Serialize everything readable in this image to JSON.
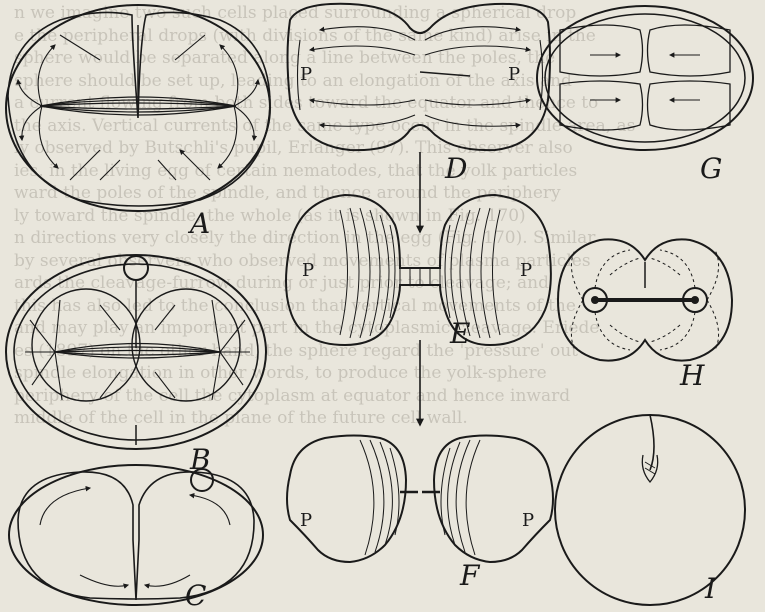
{
  "background_text": [
    "n we imagine two such cells placed surrounding a spherical drop",
    "e the peripheral drops (with divisions of the same kind) arise in the",
    "sphere would be separated along a line between the poles, the",
    "sphere should be set up, leading to an elongation of the axis and",
    "a current flowing from both sides toward the equator and thence to",
    "the axis. Vertical currents of the same type occur in the spindle area, as",
    "ly observed by Butschli's pupil, Erlanger (97). This observer also",
    "ies, in the living egg of certain nematodes, that the yolk particles",
    "ward the poles of the spindle, and thence around the periphery",
    "ly toward the spindle, the whole (as it is shown in Fig. 170)",
    "n directions very closely the direction in the egg (Fig. 170). Similar",
    "by several observers who observed movements of plasma particles",
    "ards the cleavage-furrow during or just prior to cleavage; and",
    "this has also led to the conclusion that vertical movements of the",
    "and may play an important part in the cytoplasmic cleavage. Eriede",
    "es (1897) on the other hand, the sphere regard the 'pressure' out",
    "spindle elongation in other words, to produce the yolk-sphere",
    "periphery of the cell the cytoplasm at equator and hence inward",
    "middle of the cell in the plane of the future cell wall."
  ],
  "labels": {
    "A": "A",
    "B": "B",
    "C": "C",
    "D": "D",
    "E": "E",
    "F": "F",
    "G": "G",
    "H": "H",
    "I": "I"
  },
  "pole": "P"
}
